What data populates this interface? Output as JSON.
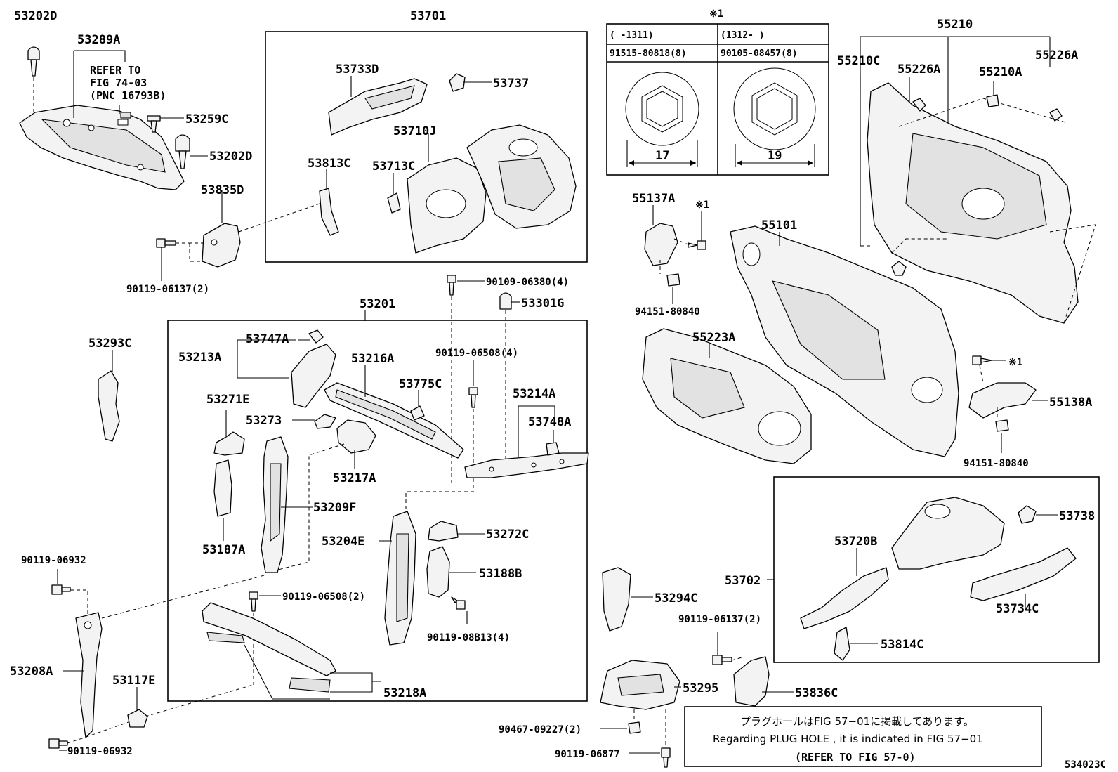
{
  "labels": {
    "p53202D_top": "53202D",
    "p53289A": "53289A",
    "refer_line1": "REFER TO",
    "refer_line2": "FIG 74-03",
    "refer_line3": "(PNC 16793B)",
    "p53259C": "53259C",
    "p53202D_mid": "53202D",
    "p53835D": "53835D",
    "p90119_06137_2_left": "90119-06137(2)",
    "p53701": "53701",
    "p53733D": "53733D",
    "p53737": "53737",
    "p53710J": "53710J",
    "p53813C": "53813C",
    "p53713C": "53713C",
    "p90109_06380": "90109-06380(4)",
    "p53301G": "53301G",
    "p53201": "53201",
    "p53293C": "53293C",
    "p53747A": "53747A",
    "p53213A": "53213A",
    "p53216A": "53216A",
    "p90119_06508_4": "90119-06508(4)",
    "p53775C": "53775C",
    "p53214A": "53214A",
    "p53271E": "53271E",
    "p53273": "53273",
    "p53748A": "53748A",
    "p53217A": "53217A",
    "p53209F": "53209F",
    "p53204E": "53204E",
    "p53272C": "53272C",
    "p53187A": "53187A",
    "p53188B": "53188B",
    "p90119_06932_top": "90119-06932",
    "p90119_06508_2": "90119-06508(2)",
    "p90119_08B13": "90119-08B13(4)",
    "p53208A": "53208A",
    "p53117E": "53117E",
    "p53218A": "53218A",
    "p90119_06932_bot": "90119-06932",
    "mark1_top": "※1",
    "p55137A": "55137A",
    "mark1_a": "※1",
    "p94151_80840_a": "94151-80840",
    "p55101": "55101",
    "p55223A": "55223A",
    "p55210": "55210",
    "p55210C": "55210C",
    "p55226A_a": "55226A",
    "p55210A": "55210A",
    "p55226A_b": "55226A",
    "mark1_b": "※1",
    "p55138A": "55138A",
    "p94151_80840_b": "94151-80840",
    "p53738": "53738",
    "p53720B": "53720B",
    "p53702": "53702",
    "p53734C": "53734C",
    "p90119_06137_2_right": "90119-06137(2)",
    "p53814C": "53814C",
    "p53294C": "53294C",
    "p53295": "53295",
    "p53836C": "53836C",
    "p90467_09227": "90467-09227(2)",
    "p90119_06877": "90119-06877",
    "fig_code": "534023C"
  },
  "table": {
    "col1_range": "(     -1311)",
    "col2_range": "(1312-     )",
    "col1_part": "91515-80818(8)",
    "col2_part": "90105-08457(8)",
    "col1_size": "17",
    "col2_size": "19"
  },
  "note": {
    "line_jp": "プラグホールはFIG 57−01に掲載してあります。",
    "line_en": "Regarding  PLUG  HOLE , it is indicated in FIG  57−01",
    "line_ref": "(REFER TO FIG 57-0)"
  }
}
